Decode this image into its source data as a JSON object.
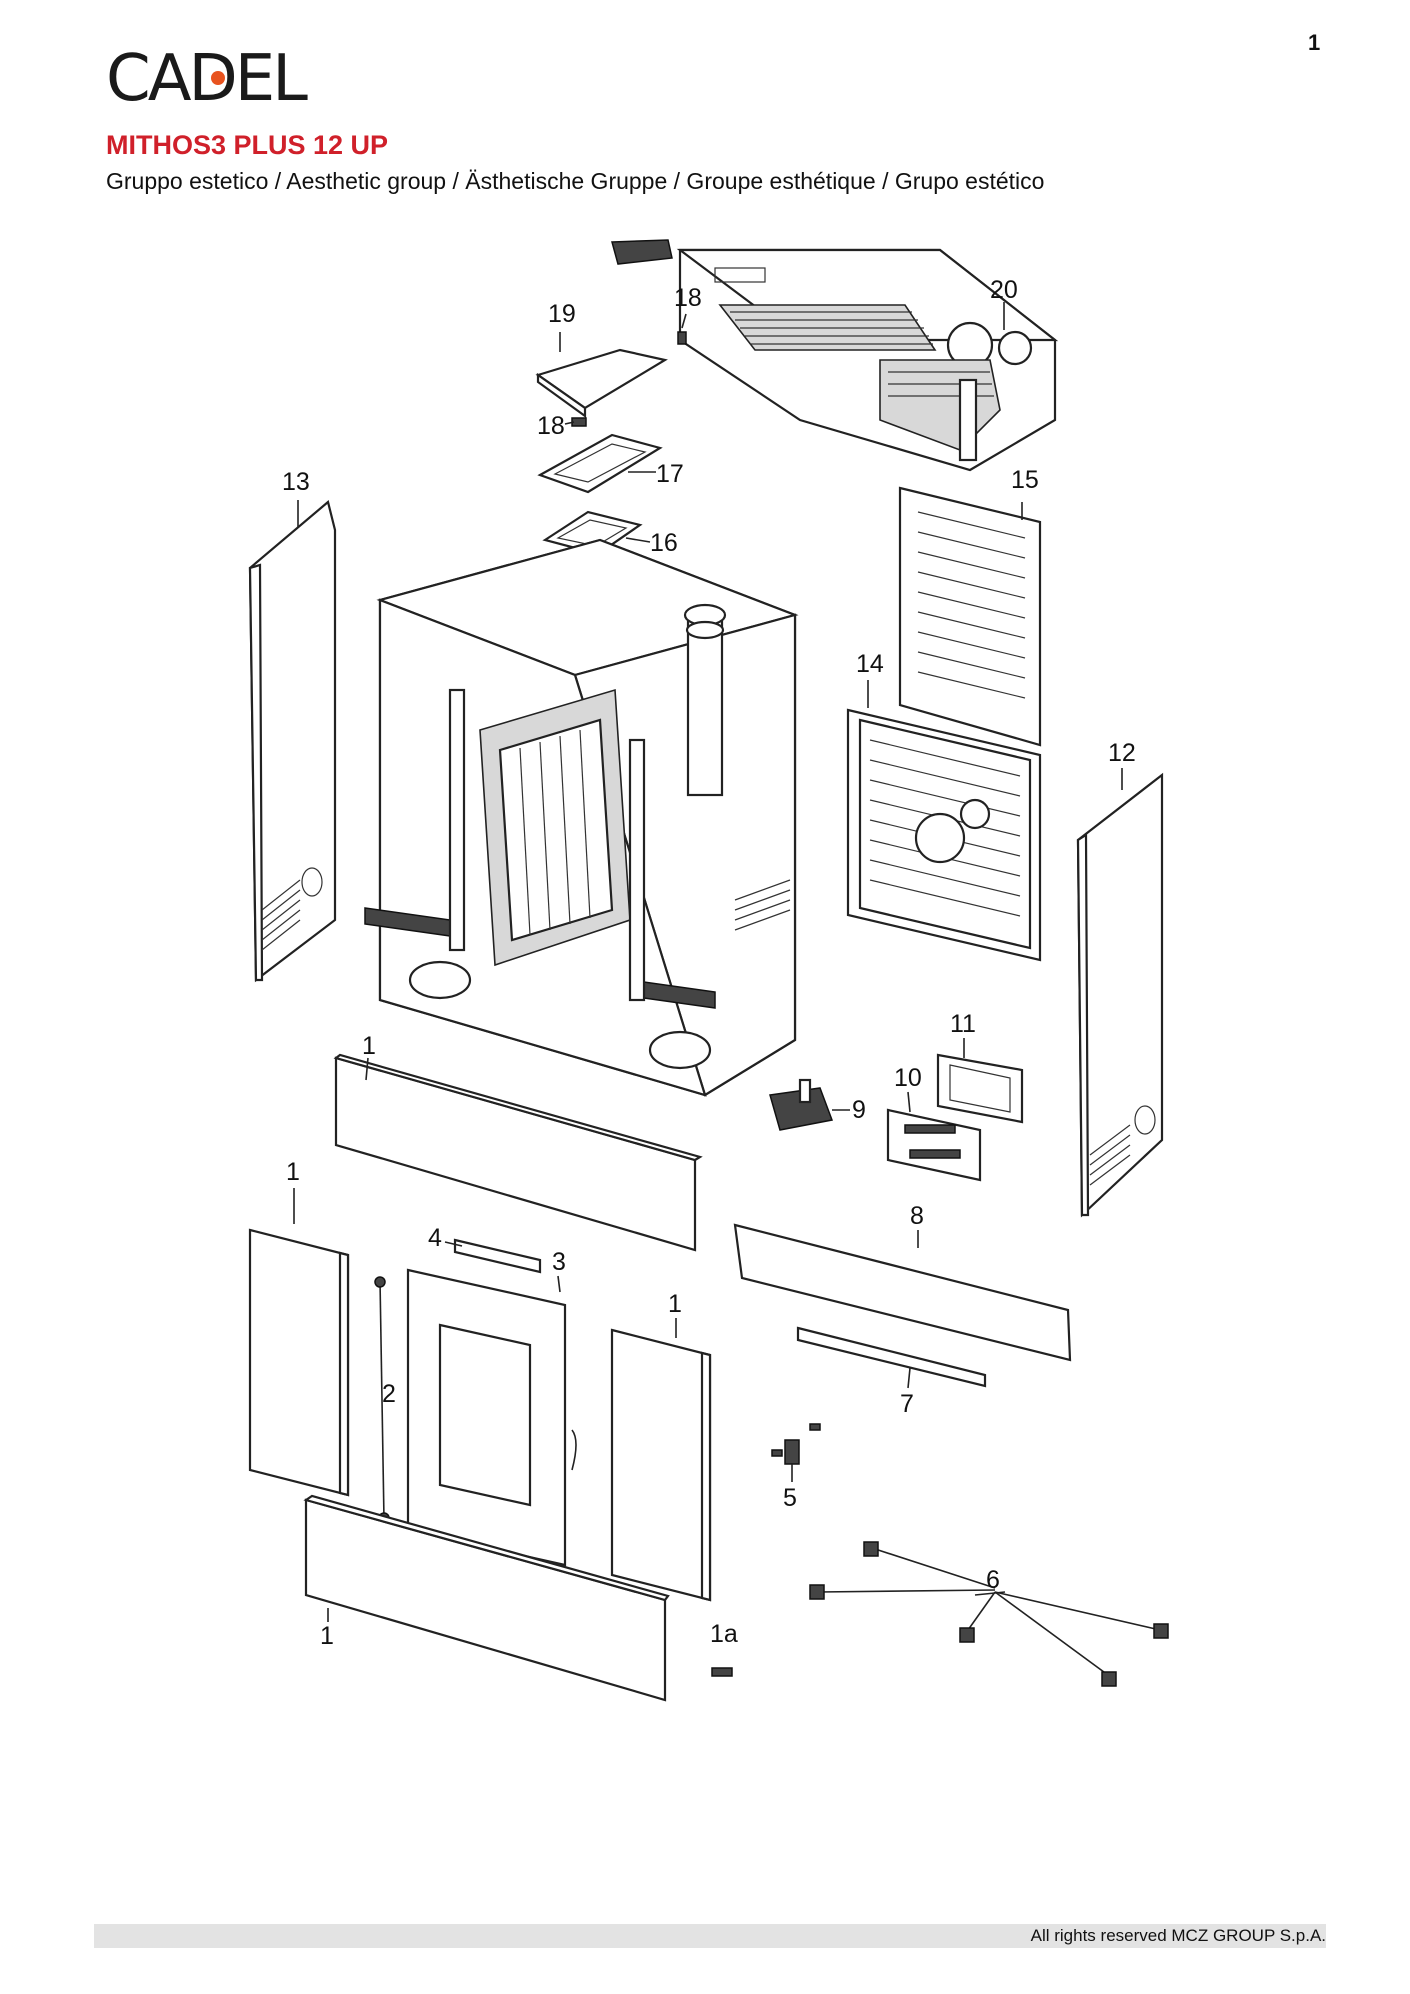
{
  "page": {
    "number": "1"
  },
  "brand": {
    "logo_text": "CADEL"
  },
  "header": {
    "model": "MITHOS3 PLUS 12 UP",
    "subtitle": "Gruppo estetico / Aesthetic group / Ästhetische Gruppe / Groupe esthétique / Grupo estético"
  },
  "diagram": {
    "callouts": [
      "20",
      "19",
      "18",
      "18",
      "17",
      "16",
      "15",
      "14",
      "13",
      "12",
      "11",
      "10",
      "9",
      "8",
      "7",
      "6",
      "5",
      "4",
      "3",
      "2",
      "1",
      "1",
      "1",
      "1",
      "1a"
    ]
  },
  "footer": {
    "copyright": "All rights reserved MCZ GROUP S.p.A."
  },
  "colors": {
    "accent": "#d0202a",
    "logo_dot": "#e8531f",
    "footer_bar": "#e3e3e3"
  }
}
